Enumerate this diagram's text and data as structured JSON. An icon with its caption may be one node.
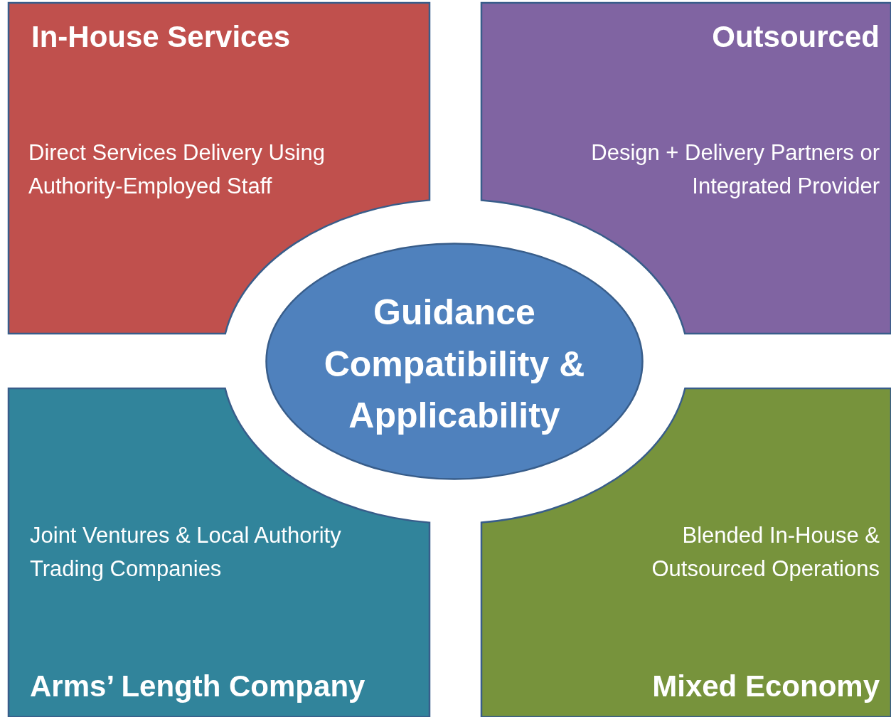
{
  "diagram": {
    "nodes": [
      {
        "text": [
          "In-House Services",
          "Direct Services Delivery Using Authority-Employed Staff"
        ]
      },
      {
        "text": [
          "Outsourced",
          "Design + Delivery Partners or Integrated Provider"
        ]
      },
      {
        "text": [
          "Guidance Compatibility & Applicability"
        ]
      },
      {
        "text": [
          "Joint Ventures & Local Authority Trading Companies",
          "Arms’ Length Company"
        ]
      },
      {
        "text": [
          "Blended In-House & Outsourced Operations",
          "Mixed Economy"
        ]
      }
    ]
  }
}
